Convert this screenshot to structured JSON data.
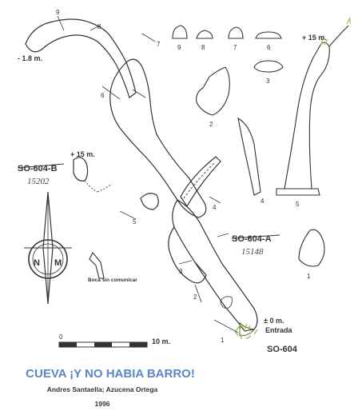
{
  "title": "CUEVA ¡Y NO HABIA BARRO!",
  "authors": "Andres Santaella; Azucena Ortega",
  "year": "1996",
  "entrance_code": "SO-604",
  "side_code_a": "SO-604-A",
  "side_code_a_number": "15148",
  "side_code_b": "SO-604-B",
  "side_code_b_number": "15202",
  "depth_top_left": "- 1.8 m.",
  "height_b": "+ 15 m.",
  "height_section": "+ 15 m.",
  "datum_label": "± 0 m.",
  "entrance_label": "Entrada",
  "note_text": "Boca sin comunicar",
  "scale": {
    "min_label": "0",
    "max_label": "10 m."
  },
  "compass": {
    "n_left": "N",
    "m_right": "M"
  },
  "section_numbers": [
    "1",
    "2",
    "3",
    "4",
    "5",
    "6",
    "7",
    "8",
    "9"
  ],
  "map_section_numbers": [
    "9",
    "8",
    "7",
    "6",
    "5",
    "4",
    "3",
    "2",
    "1"
  ],
  "colors": {
    "title": "#5a86c8",
    "vegetation": "#8fbf3a",
    "ink": "#333333"
  }
}
